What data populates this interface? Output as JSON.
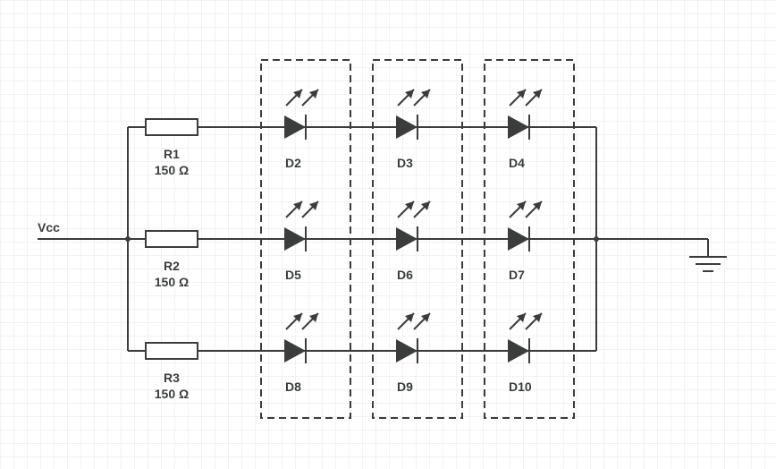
{
  "source_label": "Vcc",
  "resistors": [
    {
      "name": "R1",
      "value": "150 Ω"
    },
    {
      "name": "R2",
      "value": "150 Ω"
    },
    {
      "name": "R3",
      "value": "150 Ω"
    }
  ],
  "leds": [
    [
      "D2",
      "D3",
      "D4"
    ],
    [
      "D5",
      "D6",
      "D7"
    ],
    [
      "D8",
      "D9",
      "D10"
    ]
  ],
  "colors": {
    "wire": "#3a3d3e",
    "grid": "#e6e6e6",
    "background": "#ffffff"
  },
  "icons": {
    "led": "led-diode-icon",
    "resistor": "resistor-icon",
    "ground": "ground-icon"
  }
}
